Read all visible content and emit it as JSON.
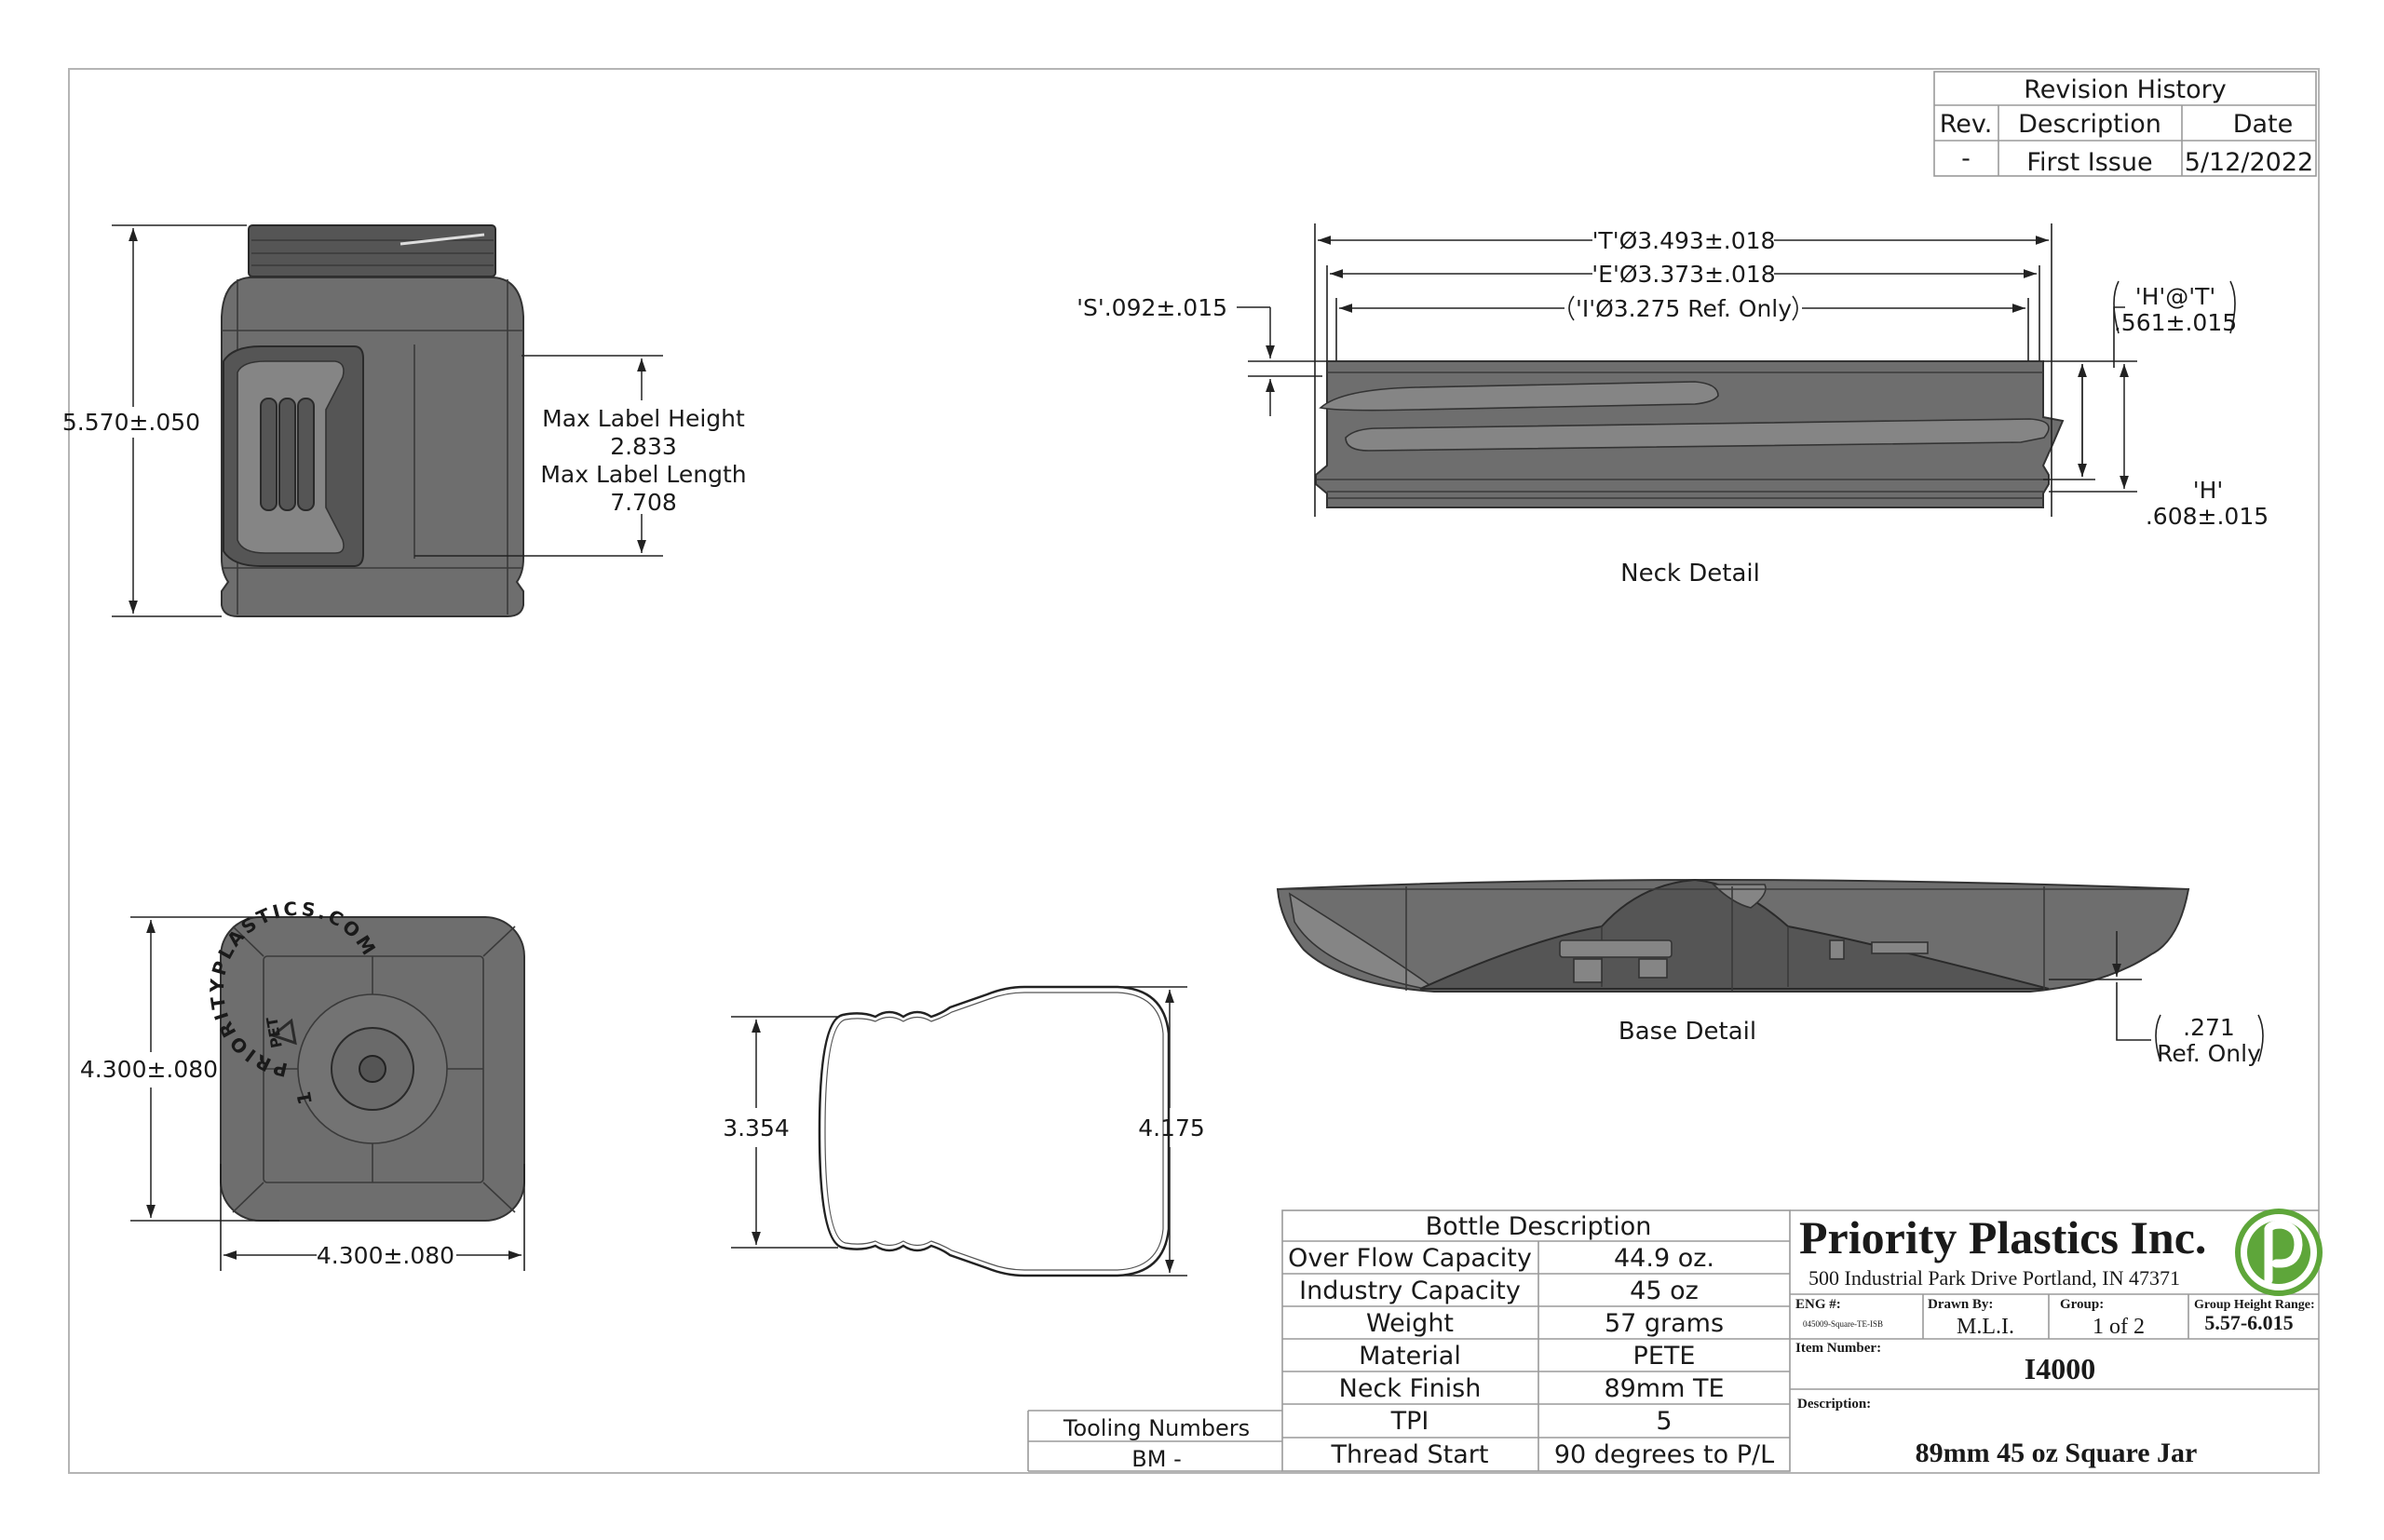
{
  "revision_history": {
    "title": "Revision History",
    "headers": [
      "Rev.",
      "Description",
      "Date"
    ],
    "rows": [
      {
        "rev": "-",
        "description": "First Issue",
        "date": "5/12/2022"
      }
    ]
  },
  "front_view": {
    "height_dim": "5.570±.050",
    "label_lines": [
      "Max Label Height",
      "2.833",
      "Max Label Length",
      "7.708"
    ]
  },
  "neck_detail": {
    "title": "Neck Detail",
    "t_dim": "'T'Ø3.493±.018",
    "e_dim": "'E'Ø3.373±.018",
    "i_dim": "'I'Ø3.275 Ref. Only",
    "s_dim": "'S'.092±.015",
    "h_at_t": [
      "'H'@'T'",
      ".561±.015"
    ],
    "h_dim": [
      "'H'",
      ".608±.015"
    ]
  },
  "base_detail": {
    "title": "Base Detail",
    "ref_dim": [
      ".271",
      "Ref. Only"
    ]
  },
  "bottom_view": {
    "height_dim": "4.300±.080",
    "width_dim": "4.300±.080",
    "embossing_ring": "PRIORITYPLASTICS.COM",
    "recycle_text": "PET",
    "recycle_code": "1"
  },
  "section_view": {
    "left_dim": "3.354",
    "right_dim": "4.175"
  },
  "bottle_description": {
    "title": "Bottle Description",
    "rows": [
      {
        "label": "Over Flow Capacity",
        "value": "44.9 oz."
      },
      {
        "label": "Industry Capacity",
        "value": "45 oz"
      },
      {
        "label": "Weight",
        "value": "57 grams"
      },
      {
        "label": "Material",
        "value": "PETE"
      },
      {
        "label": "Neck Finish",
        "value": "89mm TE"
      },
      {
        "label": "TPI",
        "value": "5"
      },
      {
        "label": "Thread Start",
        "value": "90 degrees to P/L"
      }
    ],
    "tooling_label": "Tooling Numbers",
    "tooling_value": "BM -"
  },
  "title_block": {
    "company": "Priority Plastics Inc.",
    "address": "500 Industrial Park Drive Portland, IN 47371",
    "eng_label": "ENG #:",
    "eng_value": "045009-Square-TE-ISB",
    "drawn_label": "Drawn By:",
    "drawn_value": "M.L.I.",
    "group_label": "Group:",
    "group_value": "1 of 2",
    "range_label": "Group Height Range:",
    "range_value": "5.57-6.015",
    "item_label": "Item Number:",
    "item_value": "I4000",
    "desc_label": "Description:",
    "desc_value": "89mm 45 oz Square Jar",
    "logo_color": "#5ea63a"
  }
}
